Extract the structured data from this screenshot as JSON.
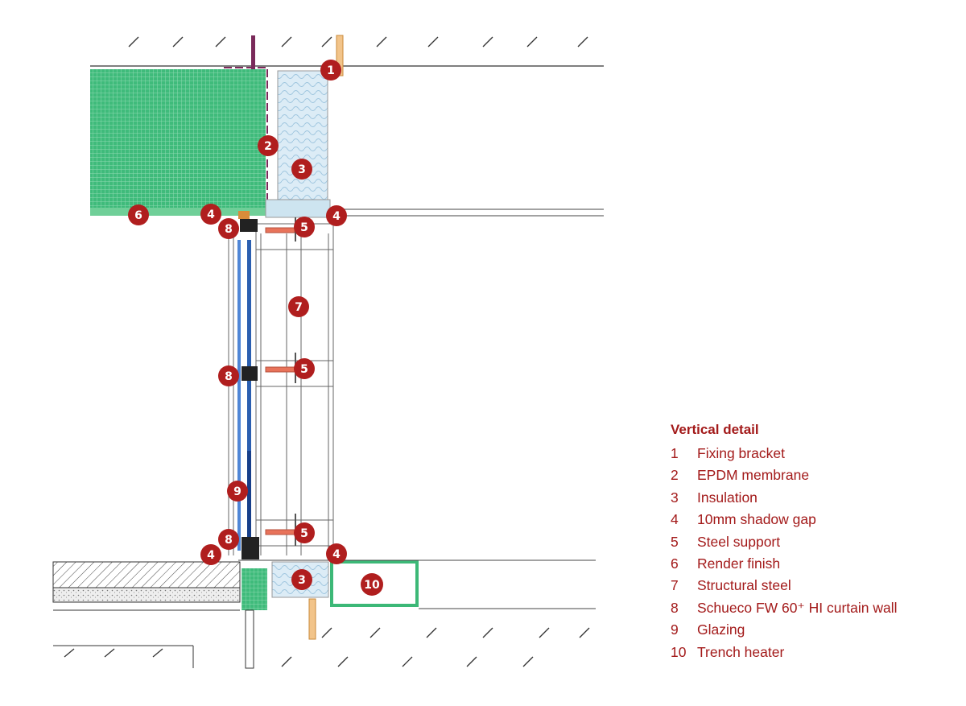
{
  "legend": {
    "title": "Vertical detail",
    "items": [
      {
        "number": "1",
        "label": "Fixing bracket"
      },
      {
        "number": "2",
        "label": "EPDM membrane"
      },
      {
        "number": "3",
        "label": "Insulation"
      },
      {
        "number": "4",
        "label": "10mm shadow gap"
      },
      {
        "number": "5",
        "label": "Steel support"
      },
      {
        "number": "6",
        "label": "Render finish"
      },
      {
        "number": "7",
        "label": "Structural steel"
      },
      {
        "number": "8",
        "label": "Schueco FW 60⁺ HI curtain wall"
      },
      {
        "number": "9",
        "label": "Glazing"
      },
      {
        "number": "10",
        "label": "Trench heater"
      }
    ]
  },
  "markers": [
    "1",
    "2",
    "3",
    "4",
    "4",
    "5",
    "6",
    "7",
    "8",
    "5",
    "8",
    "9",
    "8",
    "5",
    "4",
    "4",
    "3",
    "10"
  ],
  "colors": {
    "marker": "#b01e1e",
    "legend_text": "#a31a1a",
    "render_finish": "#3cb877",
    "glazing": "#2b5fb0",
    "insulation": "#d7e9f4",
    "steel_support": "#e8735a"
  }
}
